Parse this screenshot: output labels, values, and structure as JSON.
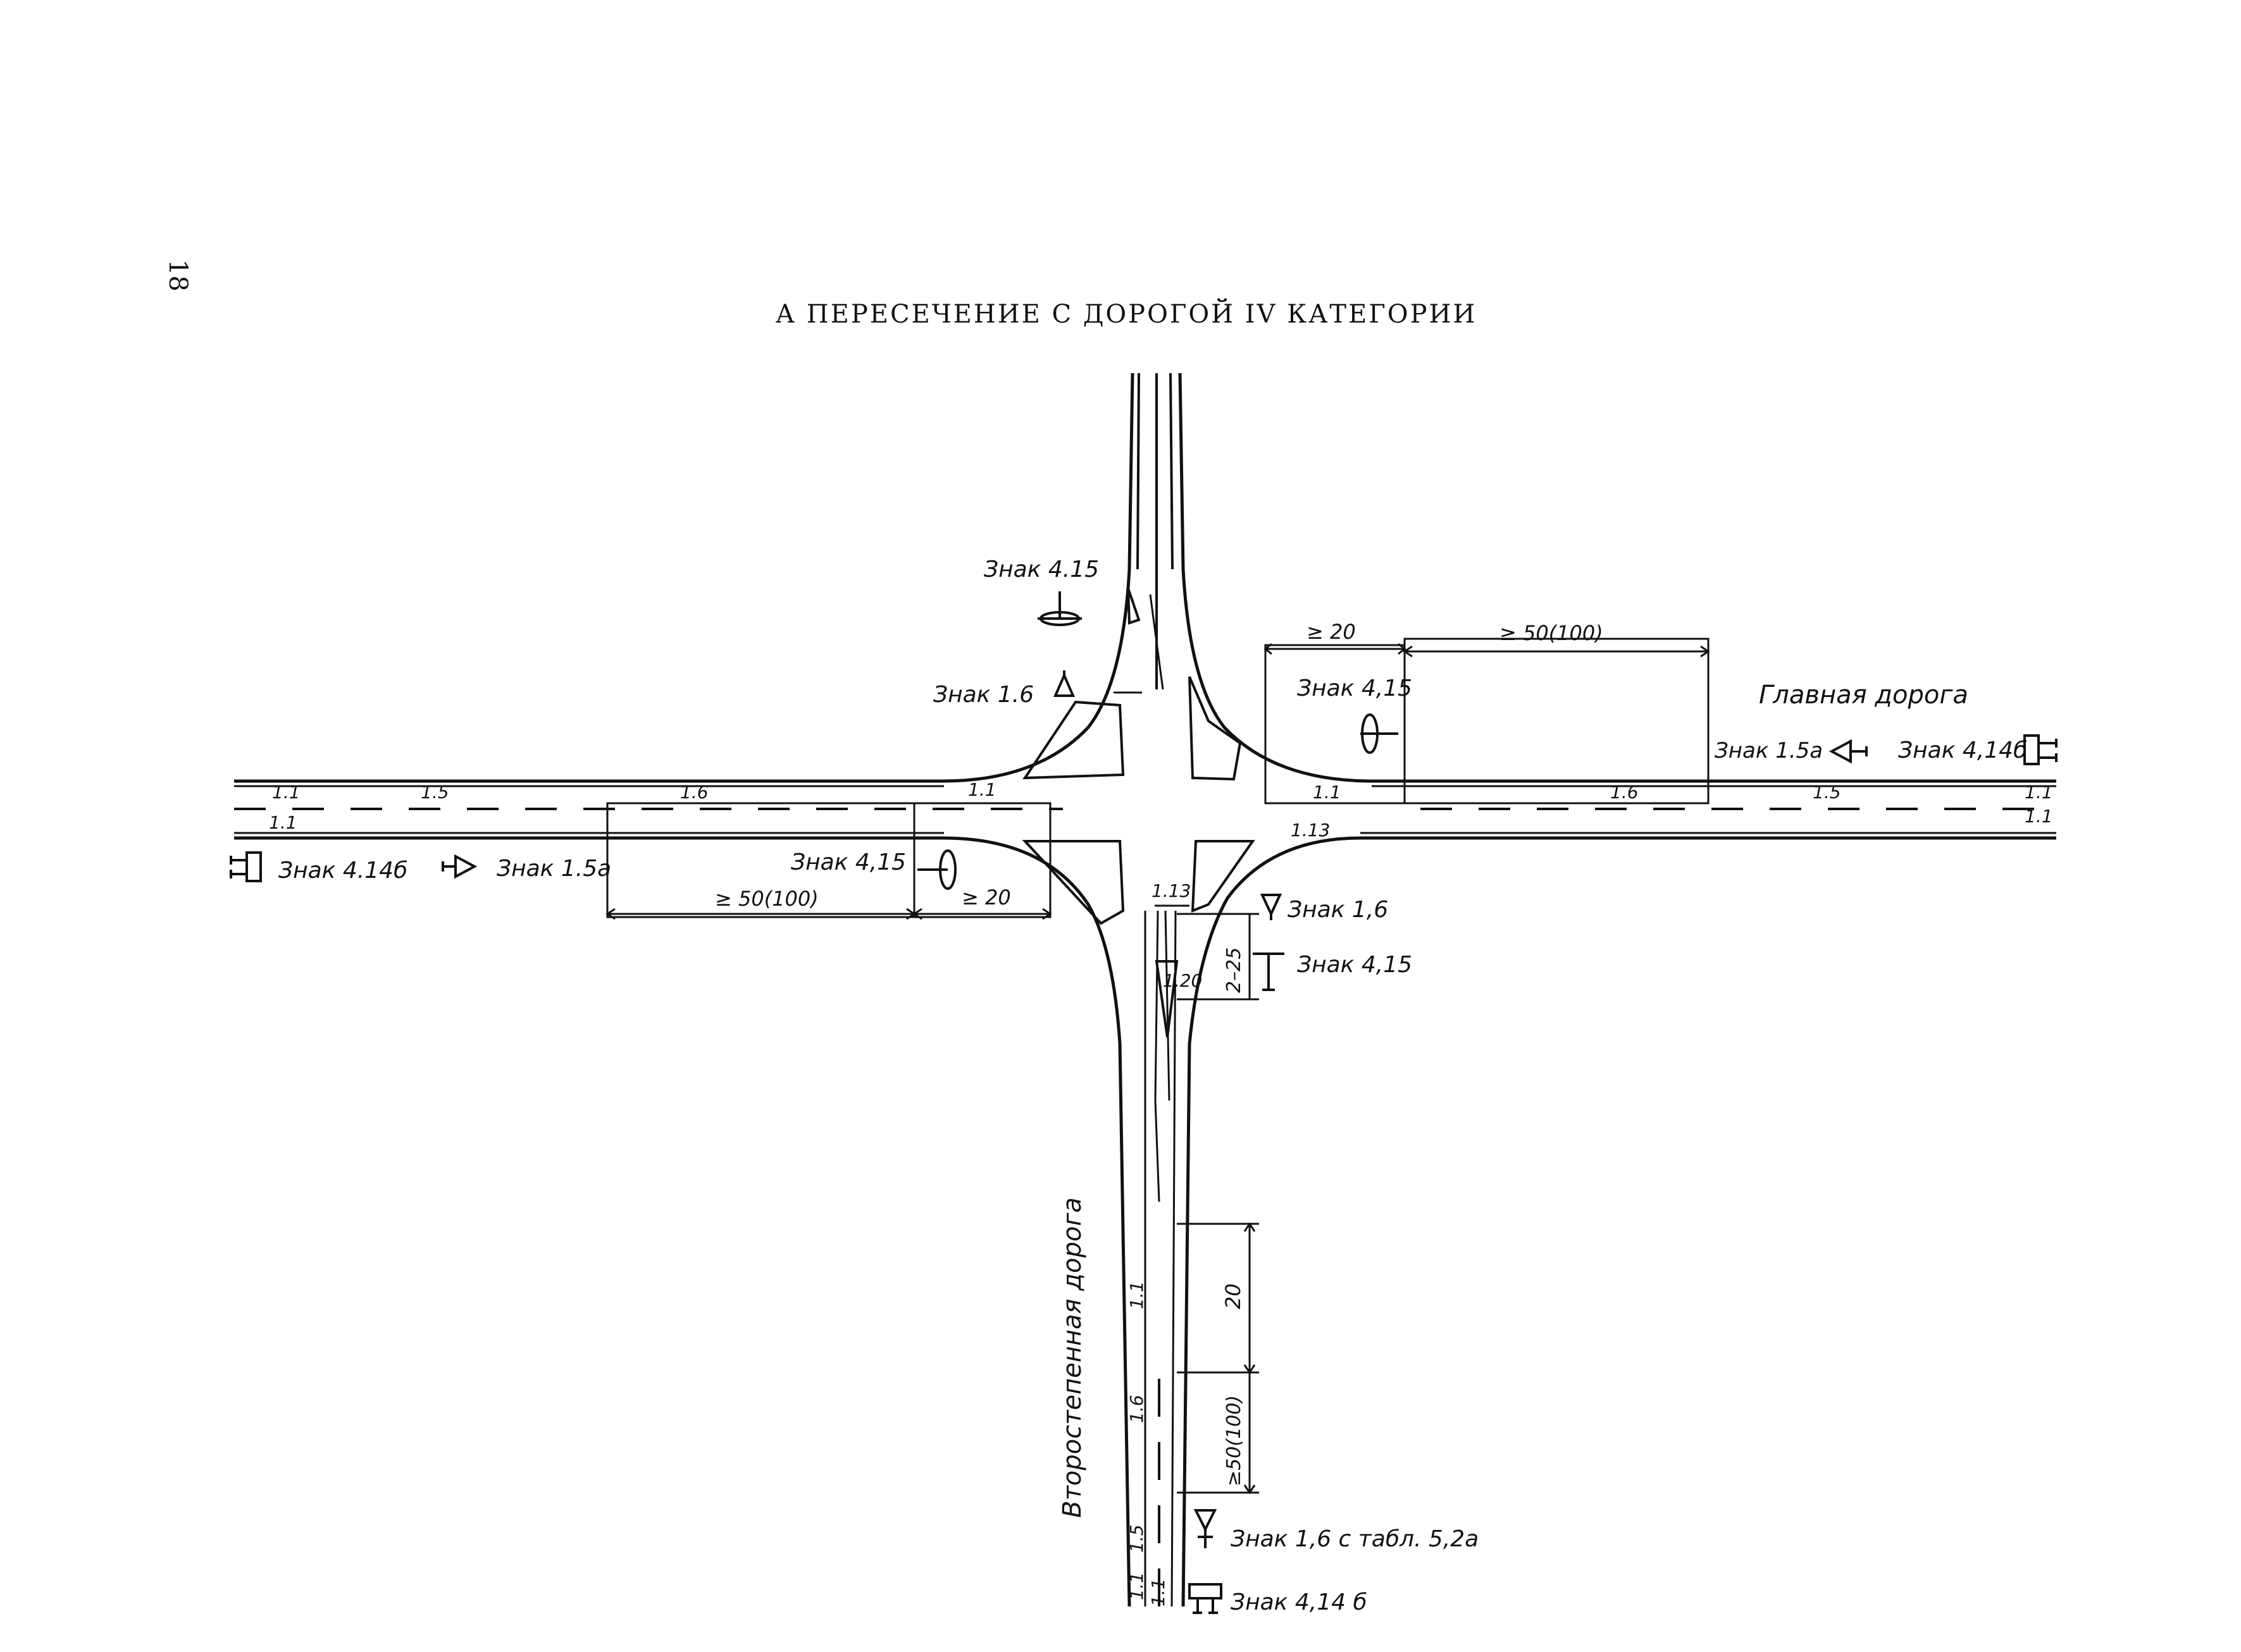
{
  "page_number": "18",
  "title": "А ПЕРЕСЕЧЕНИЕ С ДОРОГОЙ IV КАТЕГОРИИ",
  "roads": {
    "main": "Главная дорога",
    "secondary": "Второстепенная дорога"
  },
  "signs": {
    "top_415": "Знак 4.15",
    "top_16": "Знак 1.6",
    "right_415": "Знак 4,15",
    "right_15a": "Знак 1.5а",
    "right_414b": "Знак 4,14б",
    "left_414b": "Знак 4.14б",
    "left_15a": "Знак 1.5а",
    "left_415": "Знак 4,15",
    "bottom_16": "Знак 1,6",
    "bottom_415": "Знак 4,15",
    "bottom_16_tab": "Знак 1,6 с табл. 5,2а",
    "bottom_414b": "Знак 4,14 б"
  },
  "dimensions": {
    "ge20_right": "≥ 20",
    "ge50_right": "≥ 50(100)",
    "ge50_left": "≥ 50(100)",
    "ge20_left": "≥ 20",
    "range_225": "2–25",
    "v20": "20",
    "v50": "≥50(100)"
  },
  "markings": {
    "m11": "1.1",
    "m15": "1.5",
    "m16": "1.6",
    "m113": "1.13",
    "m120": "1.20"
  }
}
